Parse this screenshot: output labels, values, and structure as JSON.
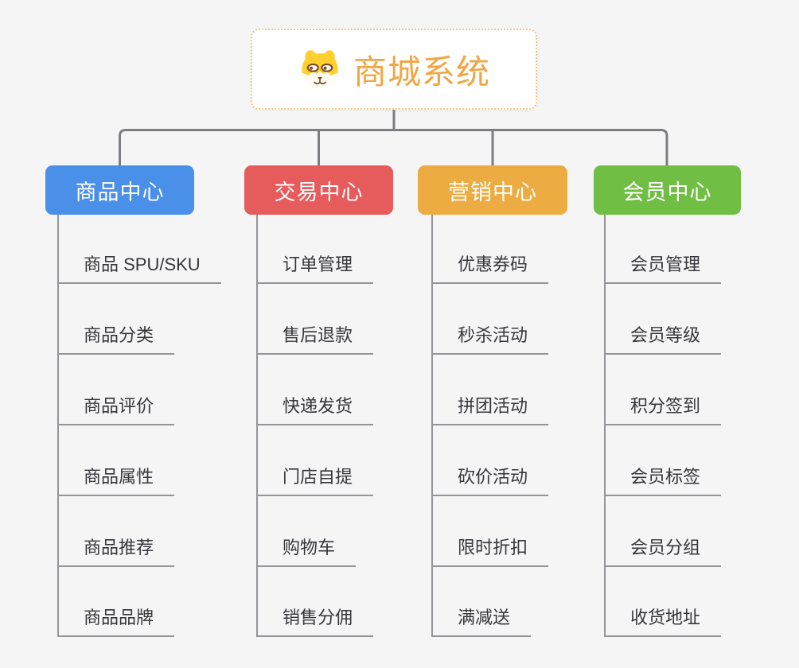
{
  "root": {
    "title": "商城系统",
    "title_color": "#f0a644",
    "border_color": "#f6c981",
    "icon": "dog-icon"
  },
  "connector_color": "#7d7d81",
  "line_color": "#949499",
  "branches": [
    {
      "label": "商品中心",
      "color": "#4a8fe8",
      "children": [
        "商品 SPU/SKU",
        "商品分类",
        "商品评价",
        "商品属性",
        "商品推荐",
        "商品品牌"
      ]
    },
    {
      "label": "交易中心",
      "color": "#e65b5b",
      "children": [
        "订单管理",
        "售后退款",
        "快递发货",
        "门店自提",
        "购物车",
        "销售分佣"
      ]
    },
    {
      "label": "营销中心",
      "color": "#ecac41",
      "children": [
        "优惠券码",
        "秒杀活动",
        "拼团活动",
        "砍价活动",
        "限时折扣",
        "满减送"
      ]
    },
    {
      "label": "会员中心",
      "color": "#70be44",
      "children": [
        "会员管理",
        "会员等级",
        "积分签到",
        "会员标签",
        "会员分组",
        "收货地址"
      ]
    }
  ]
}
